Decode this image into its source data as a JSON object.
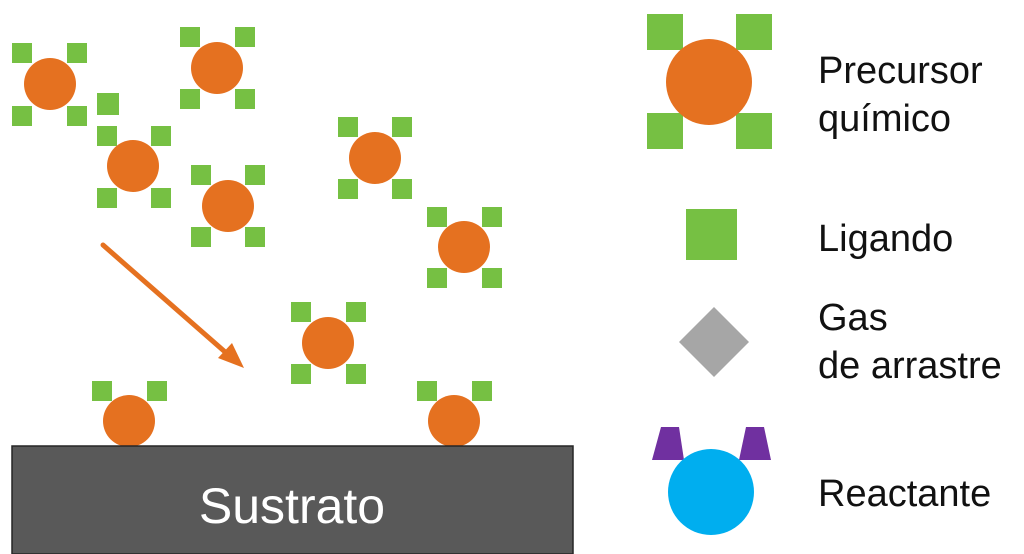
{
  "substrate": {
    "label": "Sustrato",
    "color": "#595959"
  },
  "legend": {
    "precursor_line1": "Precursor",
    "precursor_line2": "químico",
    "ligand": "Ligando",
    "gas_line1": "Gas",
    "gas_line2": "de arrastre",
    "reactant": "Reactante"
  },
  "colors": {
    "precursor_core": "#E57120",
    "ligand": "#76C043",
    "carrier_gas": "#A6A6A6",
    "reactant_core": "#00AEEF",
    "reactant_ligand": "#7030A0",
    "arrow": "#E57120"
  }
}
